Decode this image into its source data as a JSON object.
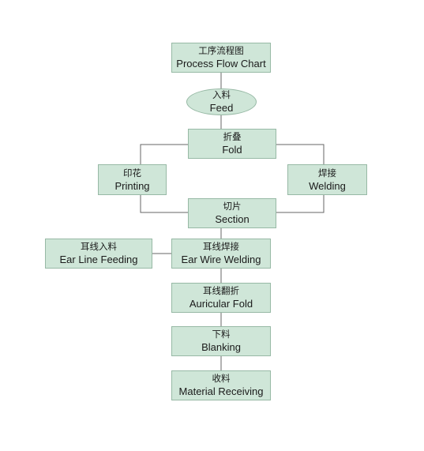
{
  "chart": {
    "title": {
      "zh": "工序流程图",
      "en": "Process Flow Chart"
    },
    "steps": {
      "feed": {
        "zh": "入料",
        "en": "Feed"
      },
      "fold": {
        "zh": "折叠",
        "en": "Fold"
      },
      "printing": {
        "zh": "印花",
        "en": "Printing"
      },
      "welding": {
        "zh": "焊接",
        "en": "Welding"
      },
      "section": {
        "zh": "切片",
        "en": "Section"
      },
      "ear_line_feeding": {
        "zh": "耳线入料",
        "en": "Ear Line Feeding"
      },
      "ear_wire_welding": {
        "zh": "耳线焊接",
        "en": "Ear Wire Welding"
      },
      "auricular_fold": {
        "zh": "耳线翻折",
        "en": "Auricular Fold"
      },
      "blanking": {
        "zh": "下料",
        "en": "Blanking"
      },
      "material_receiving": {
        "zh": "收料",
        "en": "Material Receiving"
      }
    }
  },
  "colors": {
    "node_fill": "#cfe6d8",
    "node_border": "#97b9a5",
    "connector": "#666666"
  }
}
